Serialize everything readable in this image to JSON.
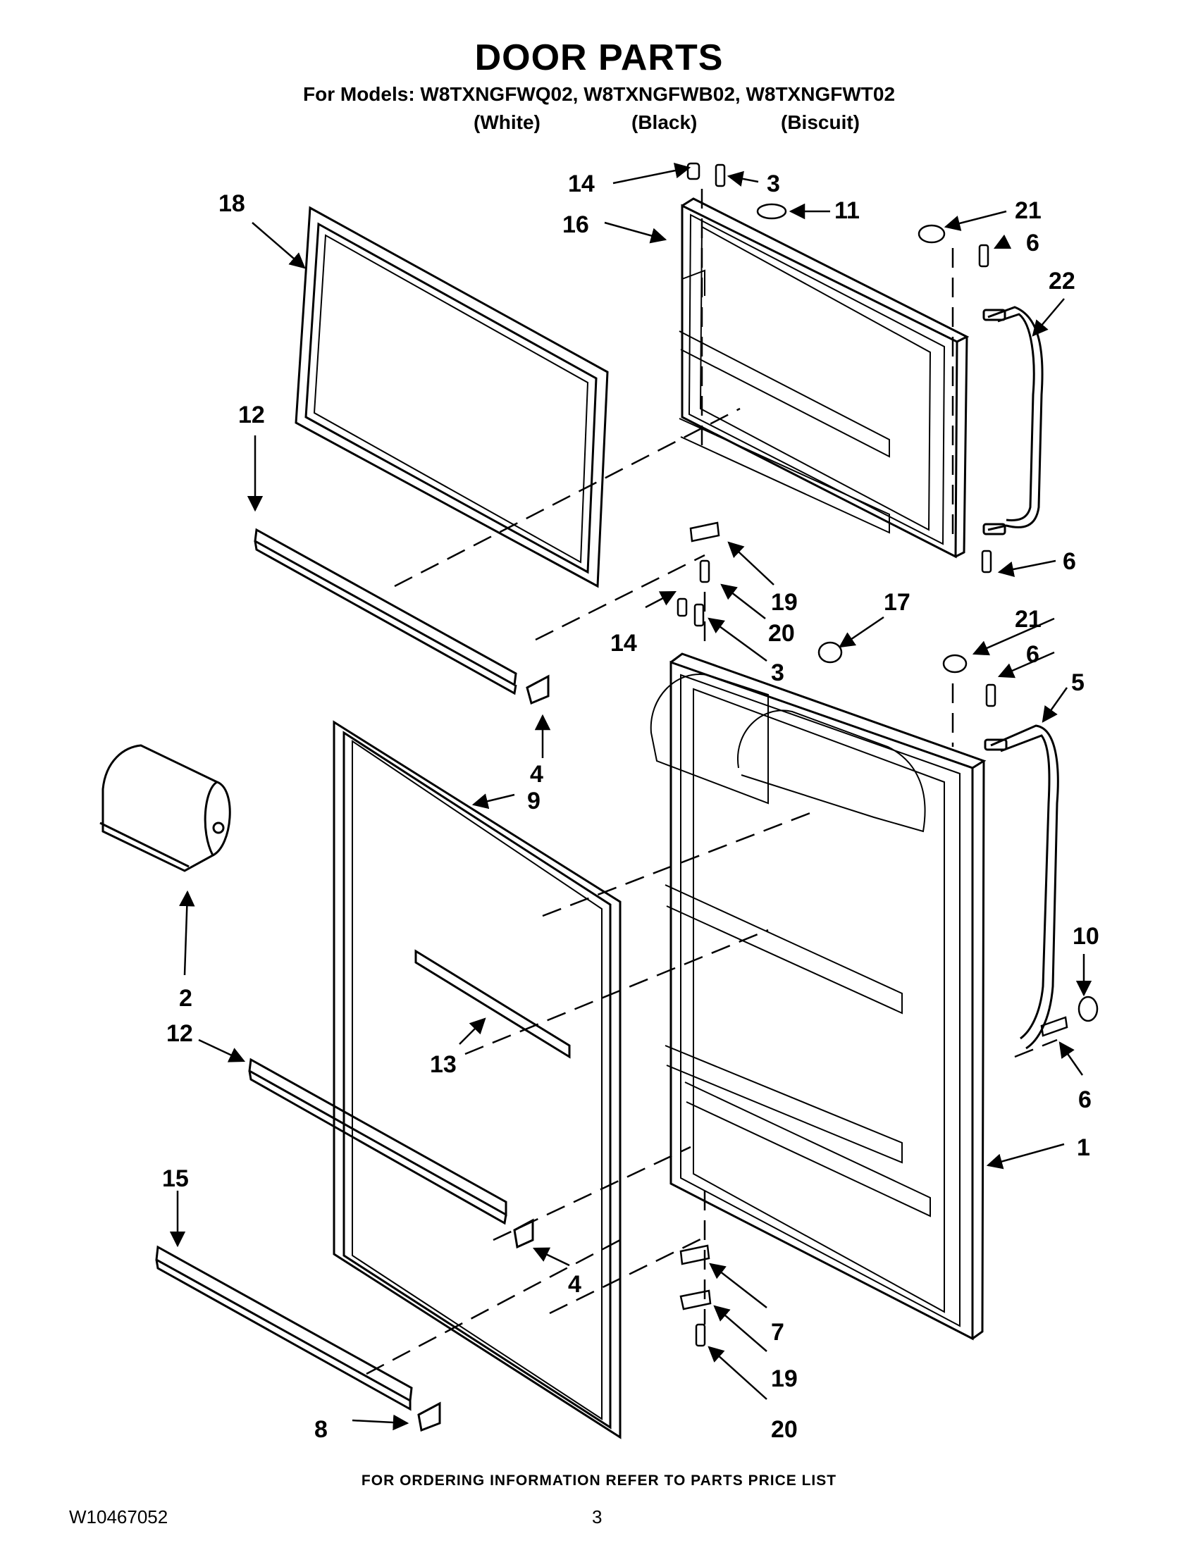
{
  "header": {
    "title": "DOOR PARTS",
    "models_line": "For Models: W8TXNGFWQ02, W8TXNGFWB02, W8TXNGFWT02",
    "colors": [
      "(White)",
      "(Black)",
      "(Biscuit)"
    ]
  },
  "callouts": [
    "18",
    "14",
    "3",
    "11",
    "16",
    "21",
    "6",
    "22",
    "12",
    "19",
    "6",
    "20",
    "17",
    "14",
    "3",
    "21",
    "6",
    "5",
    "4",
    "9",
    "2",
    "10",
    "12",
    "13",
    "6",
    "1",
    "15",
    "4",
    "7",
    "19",
    "8",
    "20"
  ],
  "footer": {
    "ordering_note": "FOR ORDERING INFORMATION REFER TO PARTS PRICE LIST",
    "document_number": "W10467052",
    "page_number": "3"
  }
}
